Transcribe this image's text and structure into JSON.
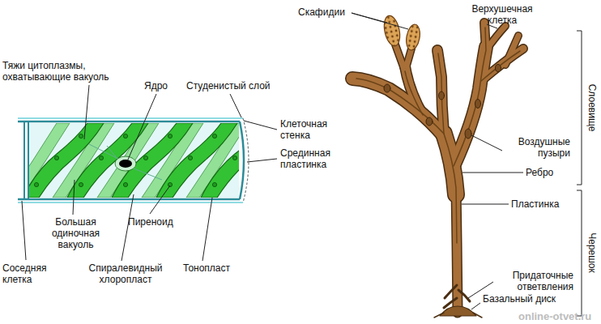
{
  "diagram": {
    "labels": [
      "Тяжи цитоплазмы, охватывающие вакуоль",
      "Ядро",
      "Студенистый слой",
      "Клеточная стенка",
      "Срединная пластинка",
      "Большая одиночная вакуоль",
      "Пиреноид",
      "Спиралевидный хлоропласт",
      "Тонопласт",
      "Соседняя клетка",
      "Скафидии",
      "Верхушечная клетка",
      "Воздушные пузыри",
      "Ребро",
      "Пластинка",
      "Придаточные ответвления",
      "Базальный диск",
      "Слоевище",
      "Черешок",
      "online-otvet.ru"
    ]
  }
}
